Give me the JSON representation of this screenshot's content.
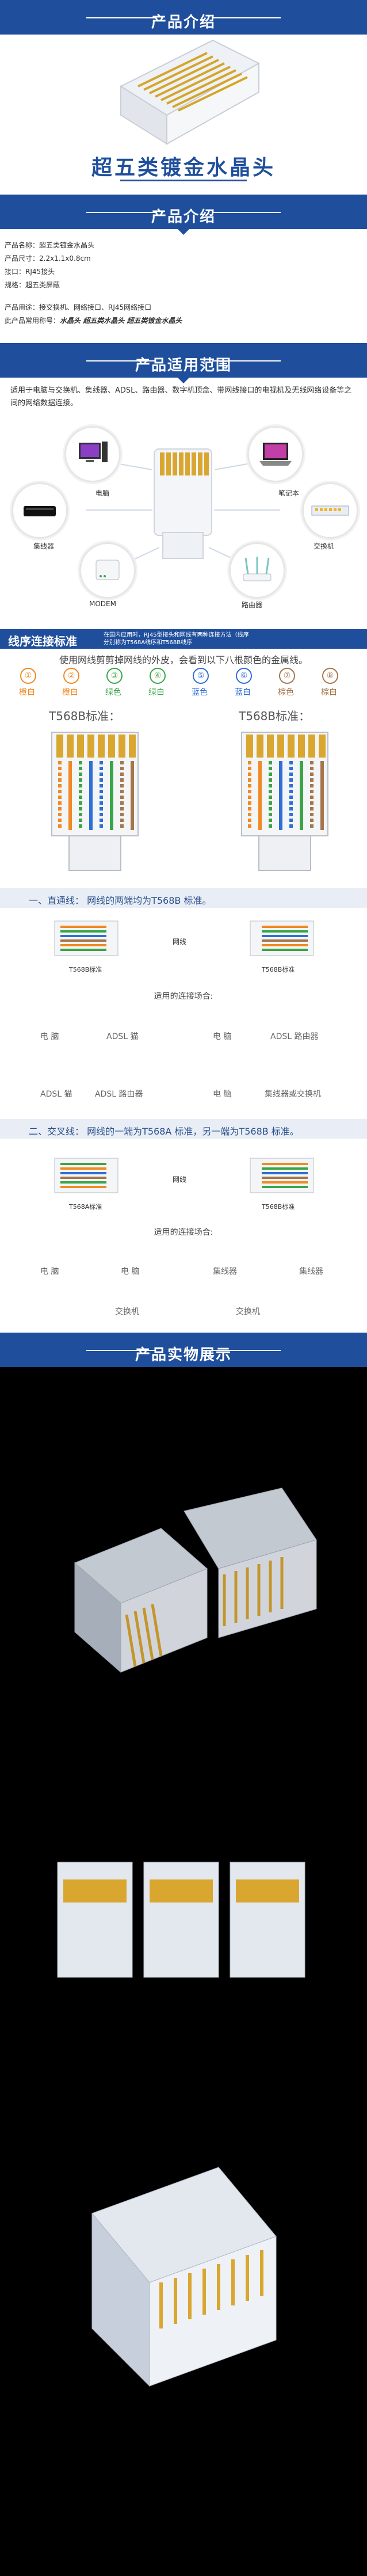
{
  "sections": {
    "intro_banner": "产品介绍",
    "intro_banner2": "产品介绍",
    "usage_banner": "产品适用范围",
    "photos_banner": "产品实物展示"
  },
  "hero": {
    "title": "超五类镀金水晶头"
  },
  "specs": {
    "name": "产品名称：超五类镀金水晶头",
    "size": "产品尺寸：2.2x1.1x0.8cm",
    "port": "接口：RJ45接头",
    "spec": "规格：超五类屏蔽",
    "use": "产品用途：接交换机、网络接口、RJ45网络接口",
    "alias_prefix": "此产品常用称号：",
    "alias_terms": "水晶头  超五类水晶头  超五类镀金水晶头"
  },
  "usage": {
    "paragraph": "适用于电脑与交换机、集线器、ADSL、路由器、数字机顶盒、带网线接口的电视机及无线网络设备等之间的网络数据连接。",
    "devices": [
      "电脑",
      "笔记本",
      "集线器",
      "交换机",
      "MODEM",
      "路由器"
    ]
  },
  "wiring": {
    "title": "线序连接标准",
    "note_line1": "在国内应用时，RJ45型接头和网线有两种连接方法（线序",
    "note_line2": "分别称为T568A线序和T568B线序",
    "instruction": "使用网线剪剪掉网线的外皮，会看到以下八根颜色的金属线。",
    "numbers": [
      "①",
      "②",
      "③",
      "④",
      "⑤",
      "⑥",
      "⑦",
      "⑧"
    ],
    "color_names": [
      "橙白",
      "橙白",
      "绿色",
      "绿白",
      "蓝色",
      "蓝白",
      "棕色",
      "棕白"
    ],
    "colors": [
      "#f08a24",
      "#f08a24",
      "#3aa546",
      "#3aa546",
      "#2f6fd6",
      "#2f6fd6",
      "#a6764b",
      "#a6764b"
    ],
    "t568b": "T568B标准：",
    "t568b2": "T568B标准："
  },
  "straight": {
    "heading": "一、直通线：  网线的两端均为T568B 标准。",
    "left_label": "T568B标准",
    "right_label": "T568B标准",
    "mid": "网线",
    "scene": "适用的连接场合:",
    "pairs": [
      [
        "电 脑",
        "ADSL 猫"
      ],
      [
        "电 脑",
        "ADSL 路由器"
      ],
      [
        "ADSL 猫",
        "ADSL 路由器"
      ],
      [
        "电 脑",
        "集线器或交换机"
      ]
    ]
  },
  "crossover": {
    "heading": "二、交叉线：  网线的一端为T568A 标准，另一端为T568B 标准。",
    "left_label": "T568A标准",
    "right_label": "T568B标准",
    "mid": "网线",
    "scene": "适用的连接场合:",
    "pairs": [
      [
        "电 脑",
        "电 脑"
      ],
      [
        "集线器",
        "集线器"
      ],
      [
        "交换机",
        "交换机"
      ]
    ]
  }
}
